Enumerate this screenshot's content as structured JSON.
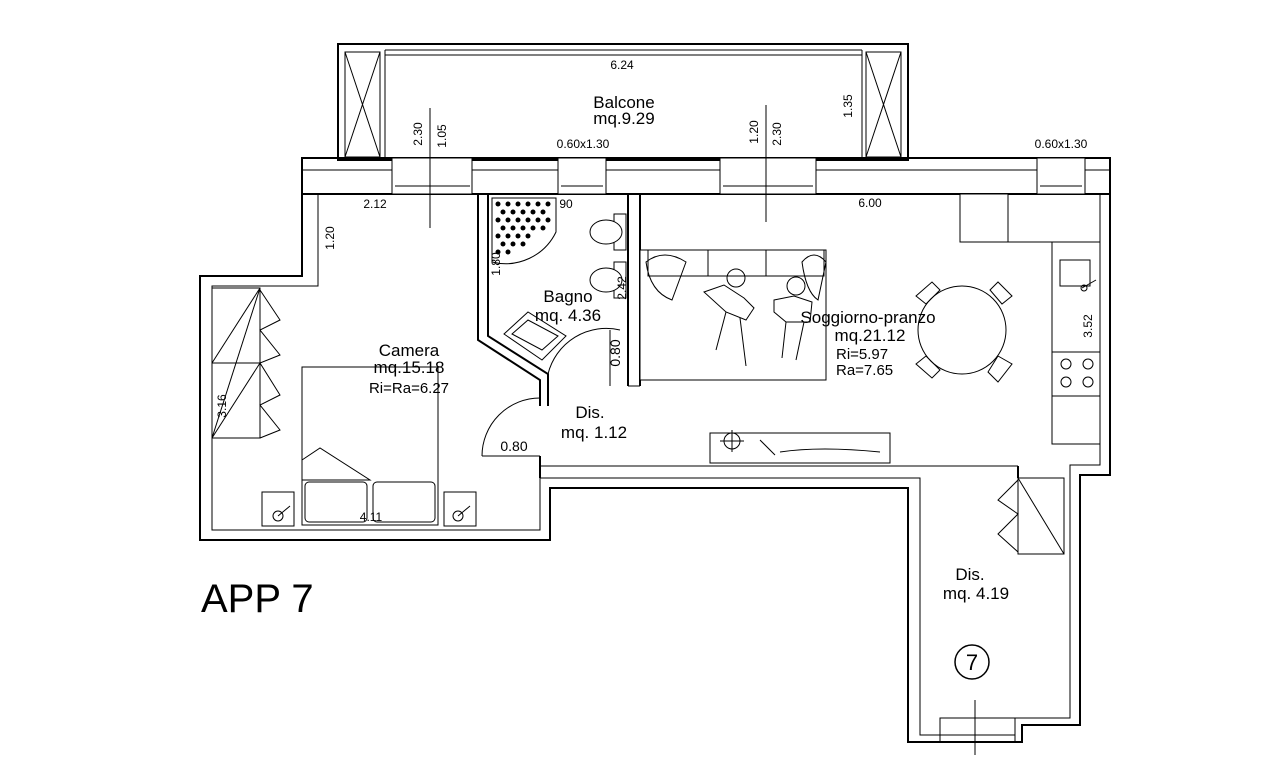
{
  "plan_title": "APP 7",
  "unit_badge": "7",
  "rooms": {
    "balcone": {
      "name": "Balcone",
      "area": "mq.9.29"
    },
    "bagno": {
      "name": "Bagno",
      "area": "mq. 4.36"
    },
    "camera": {
      "name": "Camera",
      "area": "mq.15.18",
      "ratio": "Ri=Ra=6.27"
    },
    "soggiorno": {
      "name": "Soggiorno-pranzo",
      "area": "mq.21.12",
      "ri": "Ri=5.97",
      "ra": "Ra=7.65"
    },
    "dis1": {
      "name": "Dis.",
      "area": "mq. 1.12"
    },
    "dis2": {
      "name": "Dis.",
      "area": "mq. 4.19"
    }
  },
  "dimensions": {
    "balcony_width": "6.24",
    "balcony_depth": "1.35",
    "window_left_h": "1.05",
    "window_left_w": "2.30",
    "window_small_1": "0.60x1.30",
    "window_mid_h": "1.20",
    "window_mid_w": "2.30",
    "window_small_2": "0.60x1.30",
    "camera_window": "2.12",
    "camera_top": "1.20",
    "camera_left": "3.16",
    "camera_bottom": "4.11",
    "bagno_90": "90",
    "bagno_180": "1.80",
    "bagno_242": "2.42",
    "door_bagno": "0.80",
    "door_camera": "0.80",
    "soggiorno_width": "6.00",
    "kitchen_352": "3.52"
  }
}
